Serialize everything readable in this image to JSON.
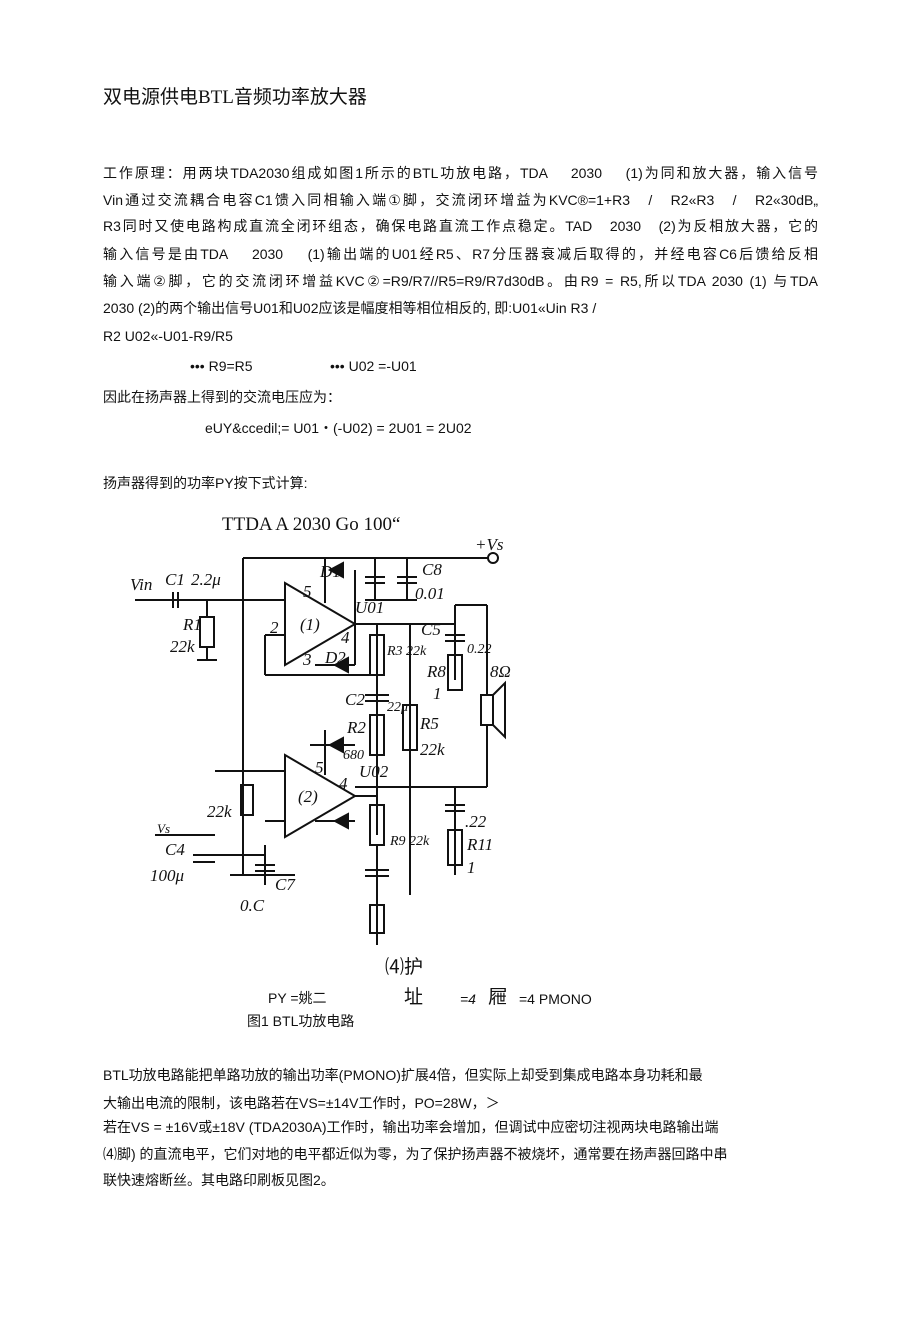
{
  "title": "双电源供电BTL音频功率放大器",
  "para1": [
    "工作原理：用两块TDA2030组成如图1所示的BTL功放电路，TDA　 2030　 (1)为同和放大器，输入信号",
    "Vin通过交流耦合电容C1馈入同相输入端①脚，交流闭环增益为KVC®=1+R3　/　R2«R3　/　R2«30dB„",
    "R3同时又使电路构成直流全闭环组态，确保电路直流工作点稳定。TAD　2030　(2)为反相放大器，它的",
    "输入信号是由TDA　 2030　 (1)输出端的U01经R5、R7分压器衰减后取得的，并经电容C6后馈给反相",
    "输入端②脚，它的交流闭环增益KVC②=R9/R7//R5=R9/R7d30dB。由R9 = R5,所以TDA 2030 (1) 与TDA",
    "2030 (2)的两个输出信号U01和U02应该是幅度相等相位相反的, 即:U01«Uin R3 /",
    "R2 U02«-U01-R9/R5"
  ],
  "eq1a": "••• R9=R5",
  "eq1b": "••• U02 =-U01",
  "line_speaker_voltage": "因此在扬声器上得到的交流电压应为：",
  "eq2": "eUY&ccedil;= U01・(-U02) = 2U01 = 2U02",
  "line_power": "扬声器得到的功率PY按下式计算:",
  "figure": {
    "header": "TTDA A 2030 Go 100“",
    "labels": {
      "vs": "+Vs",
      "vin": "Vin",
      "c1": "C1",
      "c1v": "2.2μ",
      "d1": "D1",
      "c8": "C8",
      "c8v": "0.01",
      "u01": "U01",
      "r1": "R1",
      "r1v": "22k",
      "p5a": "5",
      "p2a": "2",
      "p3a": "3",
      "p4a": "4",
      "amp1": "(1)",
      "d2": "D2",
      "r3": "R3 22k",
      "c5": "C5",
      "c5v": "0.22",
      "r8": "R8",
      "r8v": "1",
      "spk": "8Ω",
      "c2": "C2",
      "c2v": "22μ",
      "r2": "R2",
      "r2v": "680",
      "r5": "R5",
      "r5v": "22k",
      "p5b": "5",
      "p4b": "4",
      "amp2": "(2)",
      "u02": "U02",
      "r22k": "22k",
      "vs2": "Vs",
      "c4": "C4",
      "c4v": "100μ",
      "c7": "C7",
      "c7v": "0.C",
      "r9": "R9 22k",
      "c6v": ".22",
      "r11": "R11",
      "r11v": "1"
    }
  },
  "formula_top": "⑷护",
  "formula": {
    "py": "PY =姚二",
    "a": "址",
    "b": "=4",
    "c": "屜",
    "d": "=4 PMONO"
  },
  "caption": "图1 BTL功放电路",
  "para2": [
    " BTL功放电路能把单路功放的输出功率(PMONO)扩展4倍，但实际上却受到集成电路本身功耗和最",
    "大输出电流的限制，该电路若在VS=±14V工作时，PO=28W，＞",
    "若在VS = ±16V或±18V (TDA2030A)工作时，输出功率会增加，但调试中应密切注视两块电路输出端",
    "⑷脚) 的直流电平，它们对地的电平都近似为零，为了保护扬声器不被烧坏，通常要在扬声器回路中串",
    "联快速熔断丝。其电路印刷板见图2。"
  ]
}
